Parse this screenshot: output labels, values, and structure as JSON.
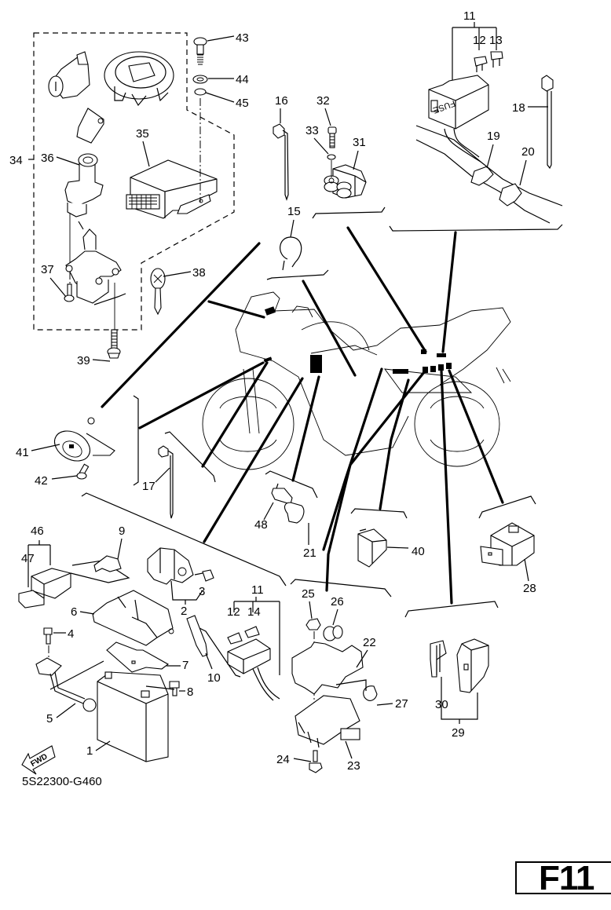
{
  "diagram": {
    "title": "Electrical parts exploded view",
    "part_code": "5S22300-G460",
    "section_tag": "F11",
    "fwd_arrow_label": "FWD",
    "fuse_box_label": "FUSE",
    "callouts": {
      "c1": "1",
      "c2": "2",
      "c3": "3",
      "c4": "4",
      "c5": "5",
      "c6": "6",
      "c7": "7",
      "c8": "8",
      "c9": "9",
      "c10": "10",
      "c11a": "11",
      "c11b": "11",
      "c12a": "12",
      "c12b": "12",
      "c13": "13",
      "c14": "14",
      "c15": "15",
      "c16": "16",
      "c17": "17",
      "c18": "18",
      "c19": "19",
      "c20": "20",
      "c21": "21",
      "c22": "22",
      "c23": "23",
      "c24": "24",
      "c25": "25",
      "c26": "26",
      "c27": "27",
      "c28": "28",
      "c29": "29",
      "c30": "30",
      "c31": "31",
      "c32": "32",
      "c33": "33",
      "c34": "34",
      "c35": "35",
      "c36": "36",
      "c37": "37",
      "c38": "38",
      "c39": "39",
      "c40": "40",
      "c41": "41",
      "c42": "42",
      "c43": "43",
      "c44": "44",
      "c45": "45",
      "c46": "46",
      "c47": "47",
      "c48": "48"
    }
  }
}
